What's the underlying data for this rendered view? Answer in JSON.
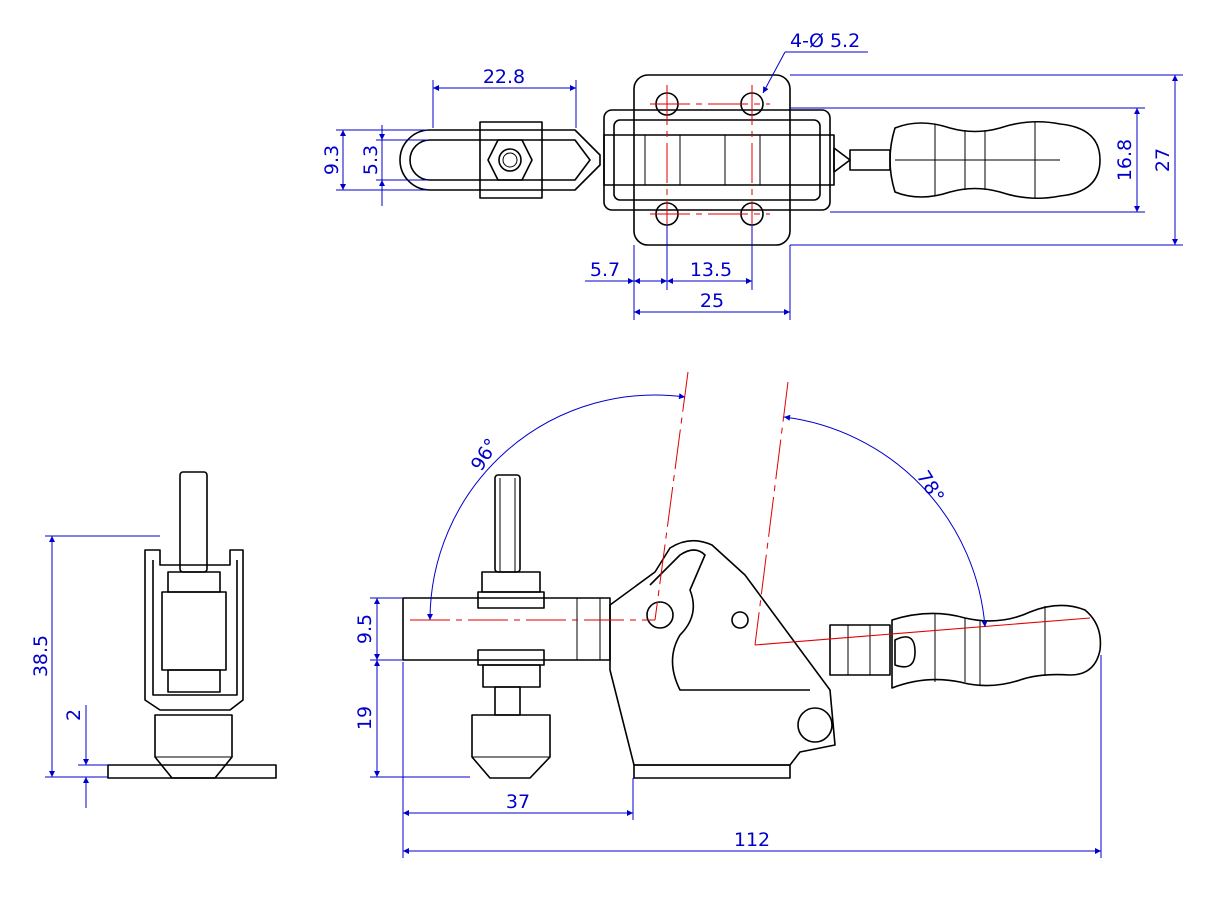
{
  "colors": {
    "outline": "#000000",
    "dimension": "#0000cc",
    "centerline": "#e00000"
  },
  "top_view": {
    "dims": {
      "arm_slot_length": "22.8",
      "hole_callout": "4-Ø 5.2",
      "arm_width_outer": "9.3",
      "arm_width_inner": "5.3",
      "frame_height": "16.8",
      "base_height": "27",
      "hole_offset": "5.7",
      "hole_spacing": "13.5",
      "base_width": "25"
    }
  },
  "side_view": {
    "dims": {
      "open_angle": "96°",
      "handle_angle": "78°",
      "arm_thickness": "9.5",
      "arm_height": "19",
      "spindle_reach": "37",
      "overall_length": "112"
    }
  },
  "front_view": {
    "dims": {
      "total_height": "38.5",
      "base_thickness": "2"
    }
  }
}
